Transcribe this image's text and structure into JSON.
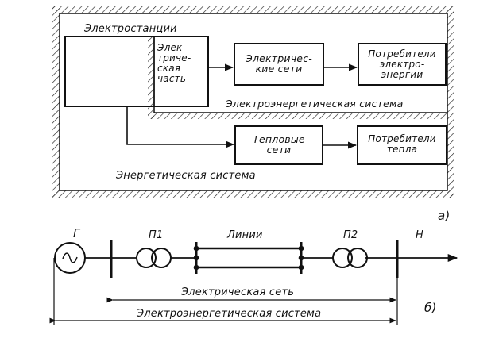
{
  "part_a": {
    "power_plants": "Электростанции",
    "electrical_part": "Элек-\nтриче-\nская\nчасть",
    "electric_networks": "Электричес-\nкие сети",
    "electricity_consumers": "Потребители\nэлектро-\nэнергии",
    "electric_power_system": "Электроэнергетическая система",
    "heat_networks": "Тепловые\nсети",
    "heat_consumers": "Потребители\nтепла",
    "energy_system": "Энергетическая система",
    "caption": "а)"
  },
  "part_b": {
    "generator": "Г",
    "transformer_1": "П1",
    "lines": "Линии",
    "transformer_2": "П2",
    "load": "Н",
    "electric_network": "Электрическая сеть",
    "electric_power_system": "Электроэнергетическая система",
    "caption": "б)"
  }
}
